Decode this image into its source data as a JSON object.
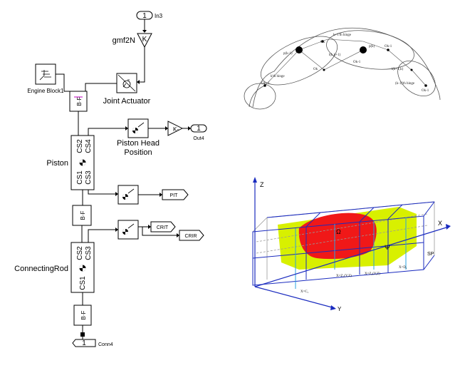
{
  "simulink": {
    "inport": {
      "num": "1",
      "name": "In3"
    },
    "gain": {
      "name": "gmf2N",
      "value": "K"
    },
    "engine_block": {
      "name": "Engine Block1"
    },
    "joint_actuator": {
      "name": "Joint Actuator"
    },
    "weld1": {
      "label": "B·F"
    },
    "piston": {
      "name": "Piston",
      "ports": [
        "CS2",
        "CS4",
        "CS1",
        "CS3"
      ]
    },
    "piston_sensor": {
      "name": "Piston Head Position"
    },
    "outport": {
      "num": "1",
      "name": "Out4"
    },
    "goto_pit": {
      "tag": "PIT"
    },
    "weld2": {
      "label": "B·F"
    },
    "goto_crit": {
      "tag": "CRIT"
    },
    "goto_crir": {
      "tag": "CRIR"
    },
    "connecting_rod": {
      "name": "ConnectingRod",
      "ports": [
        "CS2",
        "CS3",
        "CS1"
      ]
    },
    "weld3": {
      "label": "B·F"
    },
    "conn_port": {
      "num": "1",
      "name": "Conn4"
    }
  },
  "chain_diagram": {
    "labels": {
      "hinge_k1": "k+1'th hinge",
      "hinge_k": "k'th hinge",
      "hinge_km1": "(k-1)'th hinge",
      "rho_km1": "p(k-1)",
      "rho_k": "p(k)",
      "o_km1": "Ok-1",
      "o_k": "Ok",
      "o_kp1": "Ok+1",
      "l_k": "l(k-1,k)",
      "l_kp1": "l(k,k+1)",
      "l_km": "l(k+1,k)",
      "oslash_k": "Ok",
      "oslash_k1": "Ok-1"
    }
  },
  "box3d": {
    "axis_z": "Z",
    "axis_x": "X",
    "axis_y": "Y",
    "label_sp": "SP",
    "label_psi": "Ψ",
    "label_omega": "Ω",
    "label_c1": "X=C₁",
    "label_z1": "X=Z₁(Y,Z)",
    "label_z2": "X=Z₂(Y,Z)",
    "label_d1": "X=D₁",
    "colors": {
      "yellow": "#d8f000",
      "red": "#f01818",
      "blue": "#1a2bbf",
      "cyan": "#29a3e0"
    }
  }
}
